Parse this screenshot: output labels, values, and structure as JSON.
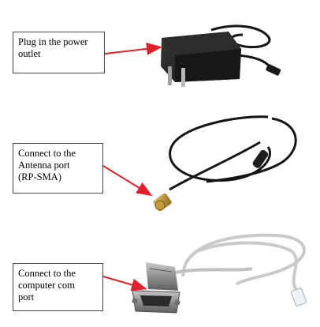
{
  "callouts": {
    "power": {
      "lines": [
        "Plug in the power",
        "outlet"
      ]
    },
    "antenna": {
      "lines": [
        "Connect to the",
        "Antenna port",
        "(RP-SMA)"
      ]
    },
    "com": {
      "lines": [
        "Connect to the",
        "computer com",
        "port"
      ]
    }
  },
  "colors": {
    "arrow": "#e0202a",
    "adapter": "#1c1c1c",
    "cable_black": "#151515",
    "cable_gray": "#c9cbc9",
    "sma_gold": "#b8902e",
    "db9_metal": "#8a8c8e"
  },
  "icons": [
    "power-adapter-icon",
    "antenna-cable-icon",
    "serial-cable-icon"
  ]
}
